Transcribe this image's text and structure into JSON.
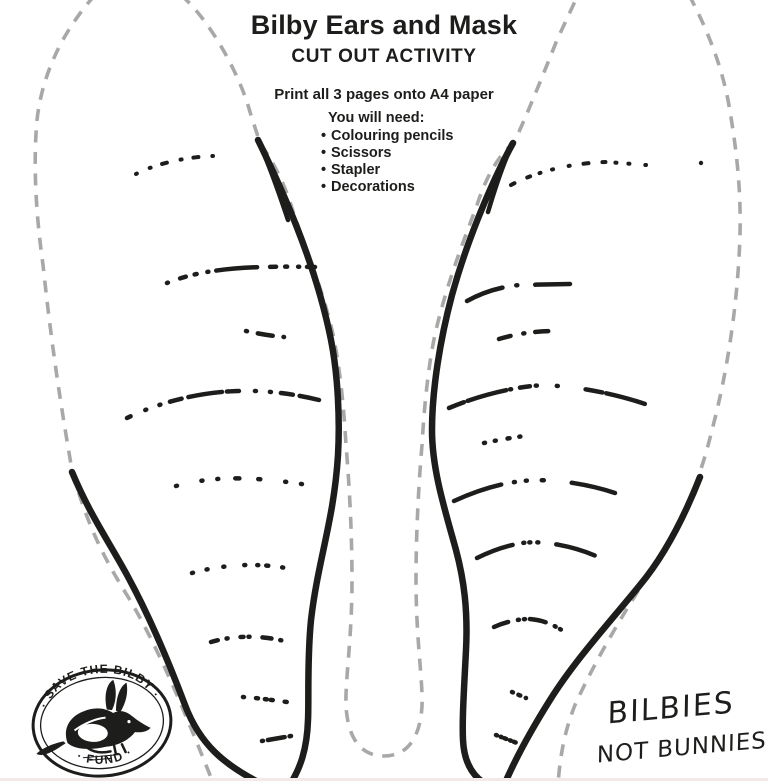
{
  "page": {
    "title": "Bilby Ears and Mask",
    "subtitle": "CUT OUT ACTIVITY",
    "print_instruction": "Print all 3 pages onto A4 paper",
    "materials": {
      "heading": "You will need:",
      "bullet": "•",
      "items": [
        "Colouring pencils",
        "Scissors",
        "Stapler",
        "Decorations"
      ]
    }
  },
  "logo": {
    "arc_top": "· SAVE THE BILBY ·",
    "arc_bottom": "· FUND ·"
  },
  "annotation": {
    "line1": "BILBIES",
    "line2": "NOT BUNNIES"
  },
  "colors": {
    "ink": "#1d1d1b",
    "cut_line_grey": "#a8a8a8"
  }
}
